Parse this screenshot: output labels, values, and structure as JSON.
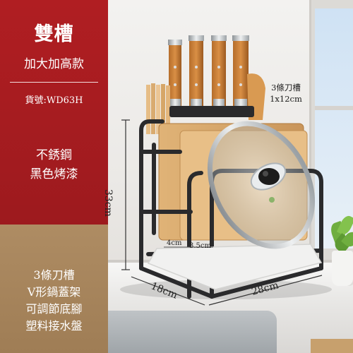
{
  "panel": {
    "title": "雙槽",
    "subtitle": "加大加高款",
    "model": "貨號:WD63H",
    "material_line1": "不銹鋼",
    "material_line2": "黑色烤漆",
    "features": [
      "3條刀槽",
      "V形鍋蓋架",
      "可調節底腳",
      "塑料接水盤"
    ]
  },
  "annotations": {
    "knife_slot_label": "3條刀槽",
    "knife_slot_size": "1x12cm",
    "height": "33cm",
    "depth": "18cm",
    "width": "28cm",
    "gap_a": "4cm",
    "gap_b": "3.5cm"
  },
  "colors": {
    "panel_red": "#a91d21",
    "panel_tan": "#a8865e",
    "rack_black": "#2a2a2c",
    "cutting_board": "#d8a86a"
  }
}
